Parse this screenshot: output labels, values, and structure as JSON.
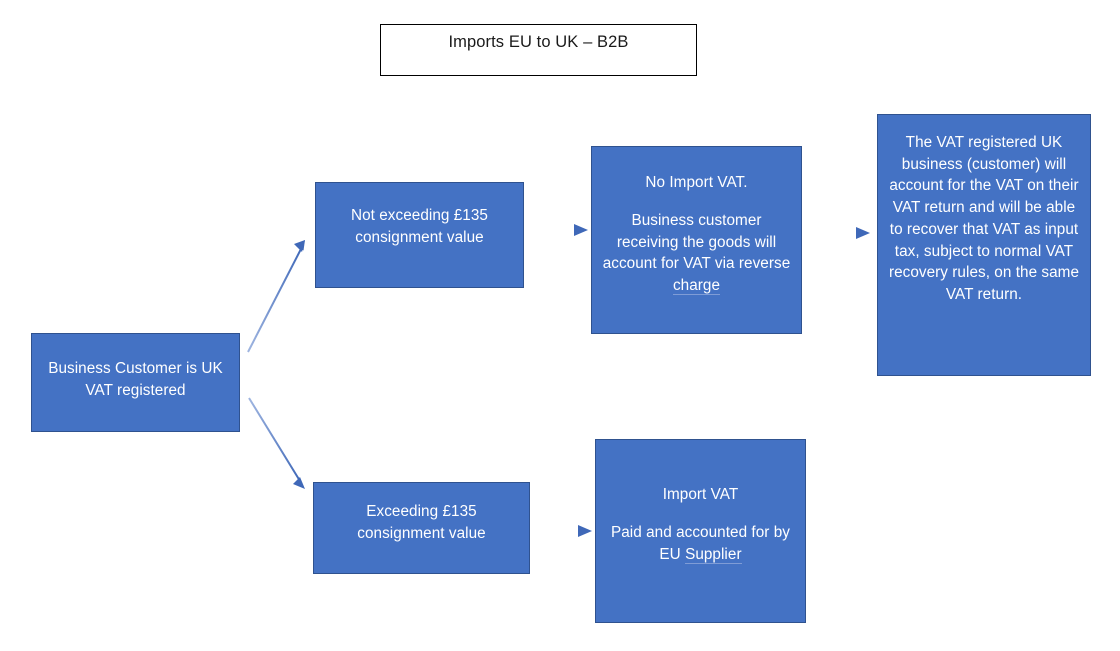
{
  "diagram": {
    "title": "Imports EU to UK – B2B",
    "theme": {
      "node_fill": "#4472C4",
      "node_border": "#2F528F",
      "node_text": "#FFFFFF",
      "title_border": "#000000",
      "title_text": "#1A1A1A",
      "arrow_color": "#4472C4",
      "arrow_gradient_light": "#A7BCE3",
      "spellcheck_underline": "#7F9CD6",
      "canvas_background": "#FFFFFF"
    },
    "nodes": {
      "start": {
        "id": "business-customer-uk-vat-registered",
        "lines": [
          "Business Customer is UK VAT registered"
        ]
      },
      "not_exceeding": {
        "id": "not-exceeding-135",
        "lines": [
          "Not exceeding £135 consignment value"
        ]
      },
      "no_import_vat": {
        "id": "no-import-vat",
        "line1": "No Import VAT.",
        "line2_prefix": "Business customer receiving the goods will account for VAT via reverse ",
        "line2_flagged": "charge"
      },
      "recover": {
        "id": "vat-registered-uk-business-recovery",
        "lines": [
          "The VAT registered UK business (customer) will account for the VAT on their VAT return and will be able to recover that VAT as input tax, subject to normal VAT recovery rules, on the same VAT return."
        ]
      },
      "exceeding": {
        "id": "exceeding-135",
        "lines": [
          "Exceeding £135 consignment value"
        ]
      },
      "import_vat": {
        "id": "import-vat-eu-supplier",
        "line1": "Import VAT",
        "line2_prefix": "Paid and accounted for by EU ",
        "line2_flagged": "Supplier"
      }
    },
    "edges": [
      {
        "id": "edge-start-to-not-exceeding",
        "from": "start",
        "to": "not_exceeding",
        "style": "diagonal-up-arrow",
        "label": ""
      },
      {
        "id": "edge-start-to-exceeding",
        "from": "start",
        "to": "exceeding",
        "style": "diagonal-down-arrow",
        "label": ""
      },
      {
        "id": "edge-not-exceeding-to-no-import-vat",
        "from": "not_exceeding",
        "to": "no_import_vat",
        "style": "horizontal-arrow",
        "label": ""
      },
      {
        "id": "edge-no-import-vat-to-recover",
        "from": "no_import_vat",
        "to": "recover",
        "style": "horizontal-arrow",
        "label": ""
      },
      {
        "id": "edge-exceeding-to-import-vat",
        "from": "exceeding",
        "to": "import_vat",
        "style": "horizontal-arrow",
        "label": ""
      }
    ]
  }
}
